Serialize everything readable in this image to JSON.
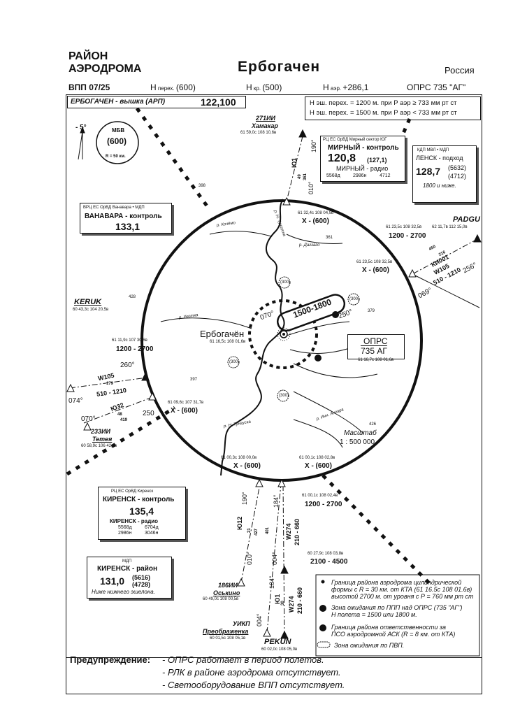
{
  "header": {
    "area_line1": "РАЙОН",
    "area_line2": "АЭРОДРОМА",
    "airport": "Ербогачен",
    "country": "Россия"
  },
  "info_row": {
    "runway": "ВПП 07/25",
    "h_trans_label": "Н",
    "h_trans_sub": "перех.",
    "h_trans_val": "(600)",
    "h_kr_label": "Н",
    "h_kr_sub": "кр.",
    "h_kr_val": "(500)",
    "h_aer_label": "Н",
    "h_aer_sub": "аэр.",
    "h_aer_val": "+286,1",
    "opрs": "ОПРС 735 \"АГ\""
  },
  "tower": {
    "name": "ЕРБОГАЧЕН - вышка (АРП)",
    "freq": "122,100"
  },
  "trans_levels": {
    "line1": "Н эш. перех. = 1200 м. при Р аэр ≥ 733 мм рт ст",
    "line2": "Н эш. перех. = 1500 м. при Р аэр < 733 мм рт ст"
  },
  "msa": {
    "title": "МБВ",
    "value": "(600)",
    "radius": "R = 50 км.",
    "mag_var": "- 5°"
  },
  "mirny": {
    "title": "РЦ ЕС ОрВД Мирный сектор ЮГ",
    "name": "МИРНЫЙ - контроль",
    "freq": "120,8",
    "freq_alt": "(127,1)",
    "radio": "МИРНЫЙ - радио",
    "r1a": "5568д",
    "r1b": "2986н",
    "r1c": "4712"
  },
  "lensk": {
    "title": "КДП МВЛ • МДП",
    "name": "ЛЕНСК - подход",
    "freq": "128,7",
    "alt1": "(5632)",
    "alt2": "(4712)",
    "note": "1800 и ниже."
  },
  "vanavara": {
    "title": "ВРЦ ЕС ОрВД Ванавара • МДП",
    "name": "ВАНАВАРА - контроль",
    "freq": "133,1"
  },
  "kirensk_ctl": {
    "title": "РЦ ЕС ОрВД Киренск",
    "name": "КИРЕНСК - контроль",
    "freq": "135,4",
    "radio": "КИРЕНСК - радио",
    "r1a": "5568д",
    "r1b": "6704д",
    "r2a": "2986н",
    "r2b": "3046н"
  },
  "kirensk_area": {
    "title": "МДП",
    "name": "КИРЕНСК - район",
    "freq": "131,0",
    "alt1": "(5616)",
    "alt2": "(4728)",
    "note": "Ниже нижнего эшелона."
  },
  "points": {
    "hamakar_id": "271ИИ",
    "hamakar": "Хамакар",
    "hamakar_coord": "61 59,0с 108 10,6в",
    "padgu": "PADGU",
    "padgu_coord": "62 11,7в 112 15,0в",
    "keruk": "KERUK",
    "keruk_coord": "60 43,3с 104 20,5в",
    "tetea_id": "233ИИ",
    "tetea": "Тетея",
    "tetea_coord": "60 58,9с 106 42,2в",
    "oskino_id": "186ИИ",
    "oskino": "Оськино",
    "oskino_coord": "60 49,0с 108 00,5в",
    "preob_id": "УИКП",
    "preob": "Преображенка",
    "preob_coord": "60 01,5с 108 05,1в",
    "pekun": "PEKUN",
    "pekun_coord": "60 02,0с 108 05,0в"
  },
  "entries": {
    "north_coord": "61 32,4с 108 04,9в",
    "north_alt": "X - (600)",
    "ne_coord": "61 23,5с 108 32,5в",
    "ne_alt": "1200 - 2700",
    "e_coord": "61 23,5с 108 32,5в",
    "e_alt": "X - (600)",
    "w_coord": "61 11,9с 107 30,6в",
    "w_alt": "1200 - 2700",
    "sw_coord": "61 09,6с 107 31,7в",
    "sw_alt": "X - (600)",
    "s1_coord": "61 00,3с 108 00,0в",
    "s1_alt": "X - (600)",
    "s2_coord": "61 00,1с 108 02,8в",
    "s2_alt": "X - (600)",
    "s3_coord": "61 00,1с 108 02,4в",
    "s3_alt": "1200 - 2700",
    "s4_coord": "60 27,9с 108 03,8в",
    "s4_alt": "2100 - 4500"
  },
  "airways": {
    "yu1_n": "Ю1",
    "yu1_n_a": "49",
    "yu1_n_b": "361",
    "yu1_n_brg": "190°",
    "yu1_n_brg2": "010°",
    "w105_e": "W105",
    "w105_e_fl": "510 - 1210",
    "w105_e_brg": "256°",
    "w105_e_brg2": "069°",
    "kv1001": "КИ001",
    "kv1001_a": "450",
    "kv1001_b": "216",
    "w105_w": "W105",
    "w105_w_fl": "510 - 1210",
    "w105_w_brg": "260°",
    "w105_w_brg2": "074°",
    "w105_w_n": "179",
    "yu32": "Ю32",
    "yu32_a": "48",
    "yu32_b": "419",
    "yu32_brg": "250",
    "yu32_brg2": "070°",
    "yu12": "Ю12",
    "yu12_a": "21",
    "yu12_b": "427",
    "yu12_brg": "190°",
    "yu12_brg2": "010°",
    "w274": "W274",
    "w274_fl": "210 - 660",
    "w274_n": "401",
    "w274_brg": "184°",
    "w274_brg2": "004°",
    "yu1_s": "Ю1",
    "yu1_s_a": "30",
    "w274_s": "W274",
    "w274_s_fl": "210 - 660",
    "yu1_s_brg": "184°",
    "yu1_s_brg2": "004°"
  },
  "center": {
    "town": "Ербогачён",
    "town_coord": "61 16,5с 108 01,6в",
    "opрs": "ОПРС",
    "opрs_id": "735 АГ",
    "opрs_coord": "61 16,7с 108 01,6в",
    "holding": "1500-1800",
    "brg_070": "070°",
    "brg_250": "250°",
    "h300": "(300)",
    "elev_398": "398",
    "elev_361": "361",
    "elev_428": "428",
    "elev_379": "379",
    "elev_397": "397",
    "elev_426": "426",
    "river_koch": "р. Кочёмо",
    "river_dagavo": "р. Дагзаго",
    "river_ukotka": "р. Укотка",
    "river_ntunguska": "р. Н. Тунгуска",
    "river_nt2": "р. Н. Тунгуска",
    "river_inn": "р. Инн. Ангара",
    "scale_label": "Масштаб",
    "scale": "1 : 500 000"
  },
  "legend": {
    "l1a": "Граница района аэродрома цилиндрической",
    "l1b": "формы с R = 30 км. от КТА (61 16.5с 108 01.6в)",
    "l1c": "высотой 2700 м. от уровня с Р = 760 мм рт ст",
    "l2a": "Зона ожидания по ППП над ОПРС (735 \"АГ\")",
    "l2b": "Н полета = 1500 или 1800 м.",
    "l3a": "Граница района ответственности за",
    "l3b": "ПСО аэродромной АСК (R = 8 км. от КТА)",
    "l4": "Зона ожидания по ПВП."
  },
  "warning": {
    "title": "Предупреждение:",
    "w1": "- ОПРС работает в период полетов.",
    "w2": "- РЛК в районе аэродрома отсутствует.",
    "w3": "- Светооборудование ВПП отсутствует."
  }
}
